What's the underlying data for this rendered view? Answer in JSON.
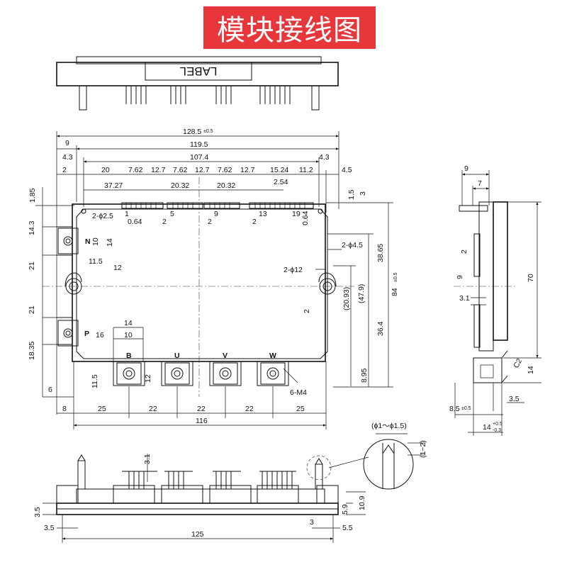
{
  "title": "模块接线图",
  "label_text": "LABEL",
  "top_view": {
    "overall": [
      "128.5",
      "±0.5",
      "119.5",
      "107.4",
      "9"
    ],
    "top_row": [
      "4.3",
      "4.3",
      "2",
      "20",
      "7.62",
      "12.7",
      "7.62",
      "12.7",
      "7.62",
      "12.7",
      "15.24",
      "11.2",
      "4.5"
    ],
    "second_row": [
      "37.27",
      "20.32",
      "20.32",
      "2.54"
    ],
    "pin_numbers": [
      "1",
      "5",
      "9",
      "13",
      "19"
    ],
    "small": [
      "2-ϕ2.5",
      "0.64",
      "0.64",
      "2",
      "2",
      "2",
      "1.5",
      "3",
      "1.85"
    ],
    "left_vertical": [
      "14.3",
      "21",
      "21",
      "18.35",
      "11.5",
      "6",
      "8"
    ],
    "n_term": [
      "N",
      "10",
      "14",
      "11.5",
      "12"
    ],
    "p_term": [
      "P",
      "16",
      "14",
      "10"
    ],
    "terminals": [
      "B",
      "U",
      "V",
      "W"
    ],
    "right_dims": [
      "2-ϕ4.5",
      "2-ϕ12",
      "38.65",
      "(20.93)",
      "(47.9)",
      "36.4",
      "84",
      "±0.5",
      "8.95",
      "2",
      "6-M4",
      "12"
    ],
    "bottom": [
      "25",
      "22",
      "22",
      "22",
      "25",
      "116"
    ]
  },
  "side_view": [
    "9",
    "7",
    "2",
    "9",
    "3.1",
    "70",
    "C2",
    "14",
    "3.5",
    "8.5",
    "±0.5",
    "14",
    "+0.5",
    "-0.3"
  ],
  "front_view": [
    "3.1",
    "3.5",
    "3.5",
    "125",
    "3",
    "5.5",
    "5.9",
    "10.9"
  ],
  "detail": [
    "(ϕ1～ϕ1.5)",
    "(1~2)"
  ]
}
